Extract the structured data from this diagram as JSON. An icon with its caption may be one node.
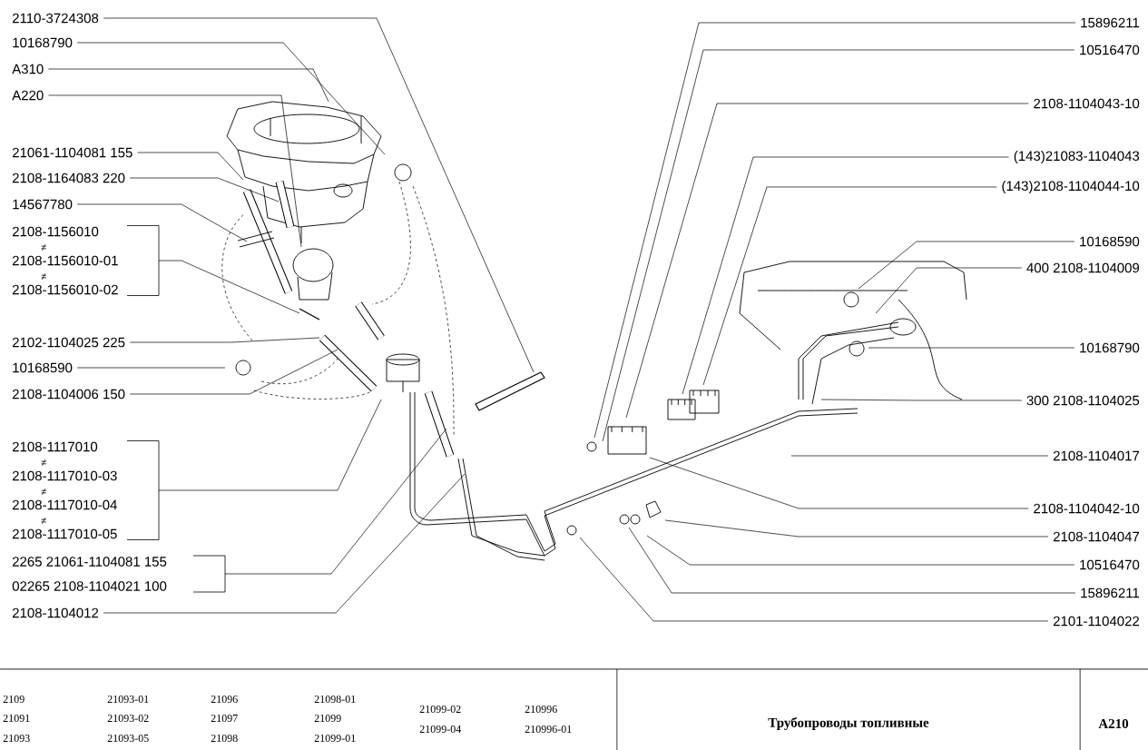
{
  "diagram": {
    "title": "Трубопроводы топливные",
    "nodes": [
      {
        "text": [
          "2110-3724308"
        ]
      },
      {
        "text": [
          "10168790"
        ]
      },
      {
        "text": [
          "A310"
        ]
      },
      {
        "text": [
          "A220"
        ]
      },
      {
        "text": [
          "21061-1104081  155"
        ]
      },
      {
        "text": [
          "2108-1164083  220"
        ]
      },
      {
        "text": [
          "14567780"
        ]
      },
      {
        "text": [
          "2108-1156010",
          "≠",
          "2108-1156010-01",
          "≠",
          "2108-1156010-02"
        ]
      },
      {
        "text": [
          "2102-1104025  225"
        ]
      },
      {
        "text": [
          "10168590"
        ]
      },
      {
        "text": [
          "2108-1104006  150"
        ]
      },
      {
        "text": [
          "2108-1117010",
          "≠",
          "2108-1117010-03",
          "≠",
          "2108-1117010-04",
          "≠",
          "2108-1117010-05"
        ]
      },
      {
        "text": [
          "2265  21061-1104081 155",
          "02265 2108-1104021  100"
        ]
      },
      {
        "text": [
          "2108-1104012"
        ]
      },
      {
        "text": [
          "15896211"
        ]
      },
      {
        "text": [
          "10516470"
        ]
      },
      {
        "text": [
          "2108-1104043-10"
        ]
      },
      {
        "text": [
          "(143)21083-1104043"
        ]
      },
      {
        "text": [
          "(143)2108-1104044-10"
        ]
      },
      {
        "text": [
          "10168590"
        ]
      },
      {
        "text": [
          "400  2108-1104009"
        ]
      },
      {
        "text": [
          "10168790"
        ]
      },
      {
        "text": [
          "300  2108-1104025"
        ]
      },
      {
        "text": [
          "2108-1104017"
        ]
      },
      {
        "text": [
          "2108-1104042-10"
        ]
      },
      {
        "text": [
          "2108-1104047"
        ]
      },
      {
        "text": [
          "10516470"
        ]
      },
      {
        "text": [
          "15896211"
        ]
      },
      {
        "text": [
          "2101-1104022"
        ]
      }
    ],
    "edges": [
      {
        "from": 0,
        "to": null,
        "arrow": "none"
      },
      {
        "from": 1,
        "to": null,
        "arrow": "none"
      },
      {
        "from": 2,
        "to": null,
        "arrow": "none"
      },
      {
        "from": 3,
        "to": null,
        "arrow": "none"
      },
      {
        "from": 4,
        "to": null,
        "arrow": "none"
      },
      {
        "from": 5,
        "to": null,
        "arrow": "none"
      },
      {
        "from": 6,
        "to": null,
        "arrow": "none"
      },
      {
        "from": 7,
        "to": null,
        "arrow": "none"
      },
      {
        "from": 8,
        "to": null,
        "arrow": "none"
      },
      {
        "from": 9,
        "to": null,
        "arrow": "none"
      },
      {
        "from": 10,
        "to": null,
        "arrow": "none"
      },
      {
        "from": 11,
        "to": null,
        "arrow": "none"
      },
      {
        "from": 12,
        "to": null,
        "arrow": "none"
      },
      {
        "from": 13,
        "to": null,
        "arrow": "none"
      },
      {
        "from": 14,
        "to": null,
        "arrow": "none"
      },
      {
        "from": 15,
        "to": null,
        "arrow": "none"
      },
      {
        "from": 16,
        "to": null,
        "arrow": "none"
      },
      {
        "from": 17,
        "to": null,
        "arrow": "none"
      },
      {
        "from": 18,
        "to": null,
        "arrow": "none"
      },
      {
        "from": 19,
        "to": null,
        "arrow": "none"
      },
      {
        "from": 20,
        "to": null,
        "arrow": "none"
      },
      {
        "from": 21,
        "to": null,
        "arrow": "none"
      },
      {
        "from": 22,
        "to": null,
        "arrow": "none"
      },
      {
        "from": 23,
        "to": null,
        "arrow": "none"
      },
      {
        "from": 24,
        "to": null,
        "arrow": "none"
      },
      {
        "from": 25,
        "to": null,
        "arrow": "none"
      },
      {
        "from": 26,
        "to": null,
        "arrow": "none"
      },
      {
        "from": 27,
        "to": null,
        "arrow": "none"
      },
      {
        "from": 28,
        "to": null,
        "arrow": "none"
      }
    ],
    "labels": [
      "2109",
      "21093-01",
      "21096",
      "21098-01",
      "21099-02",
      "210996",
      "21091",
      "21093-02",
      "21097",
      "21099",
      "21099-04",
      "210996-01",
      "21093",
      "21093-05",
      "21098",
      "21099-01",
      "A210"
    ]
  }
}
